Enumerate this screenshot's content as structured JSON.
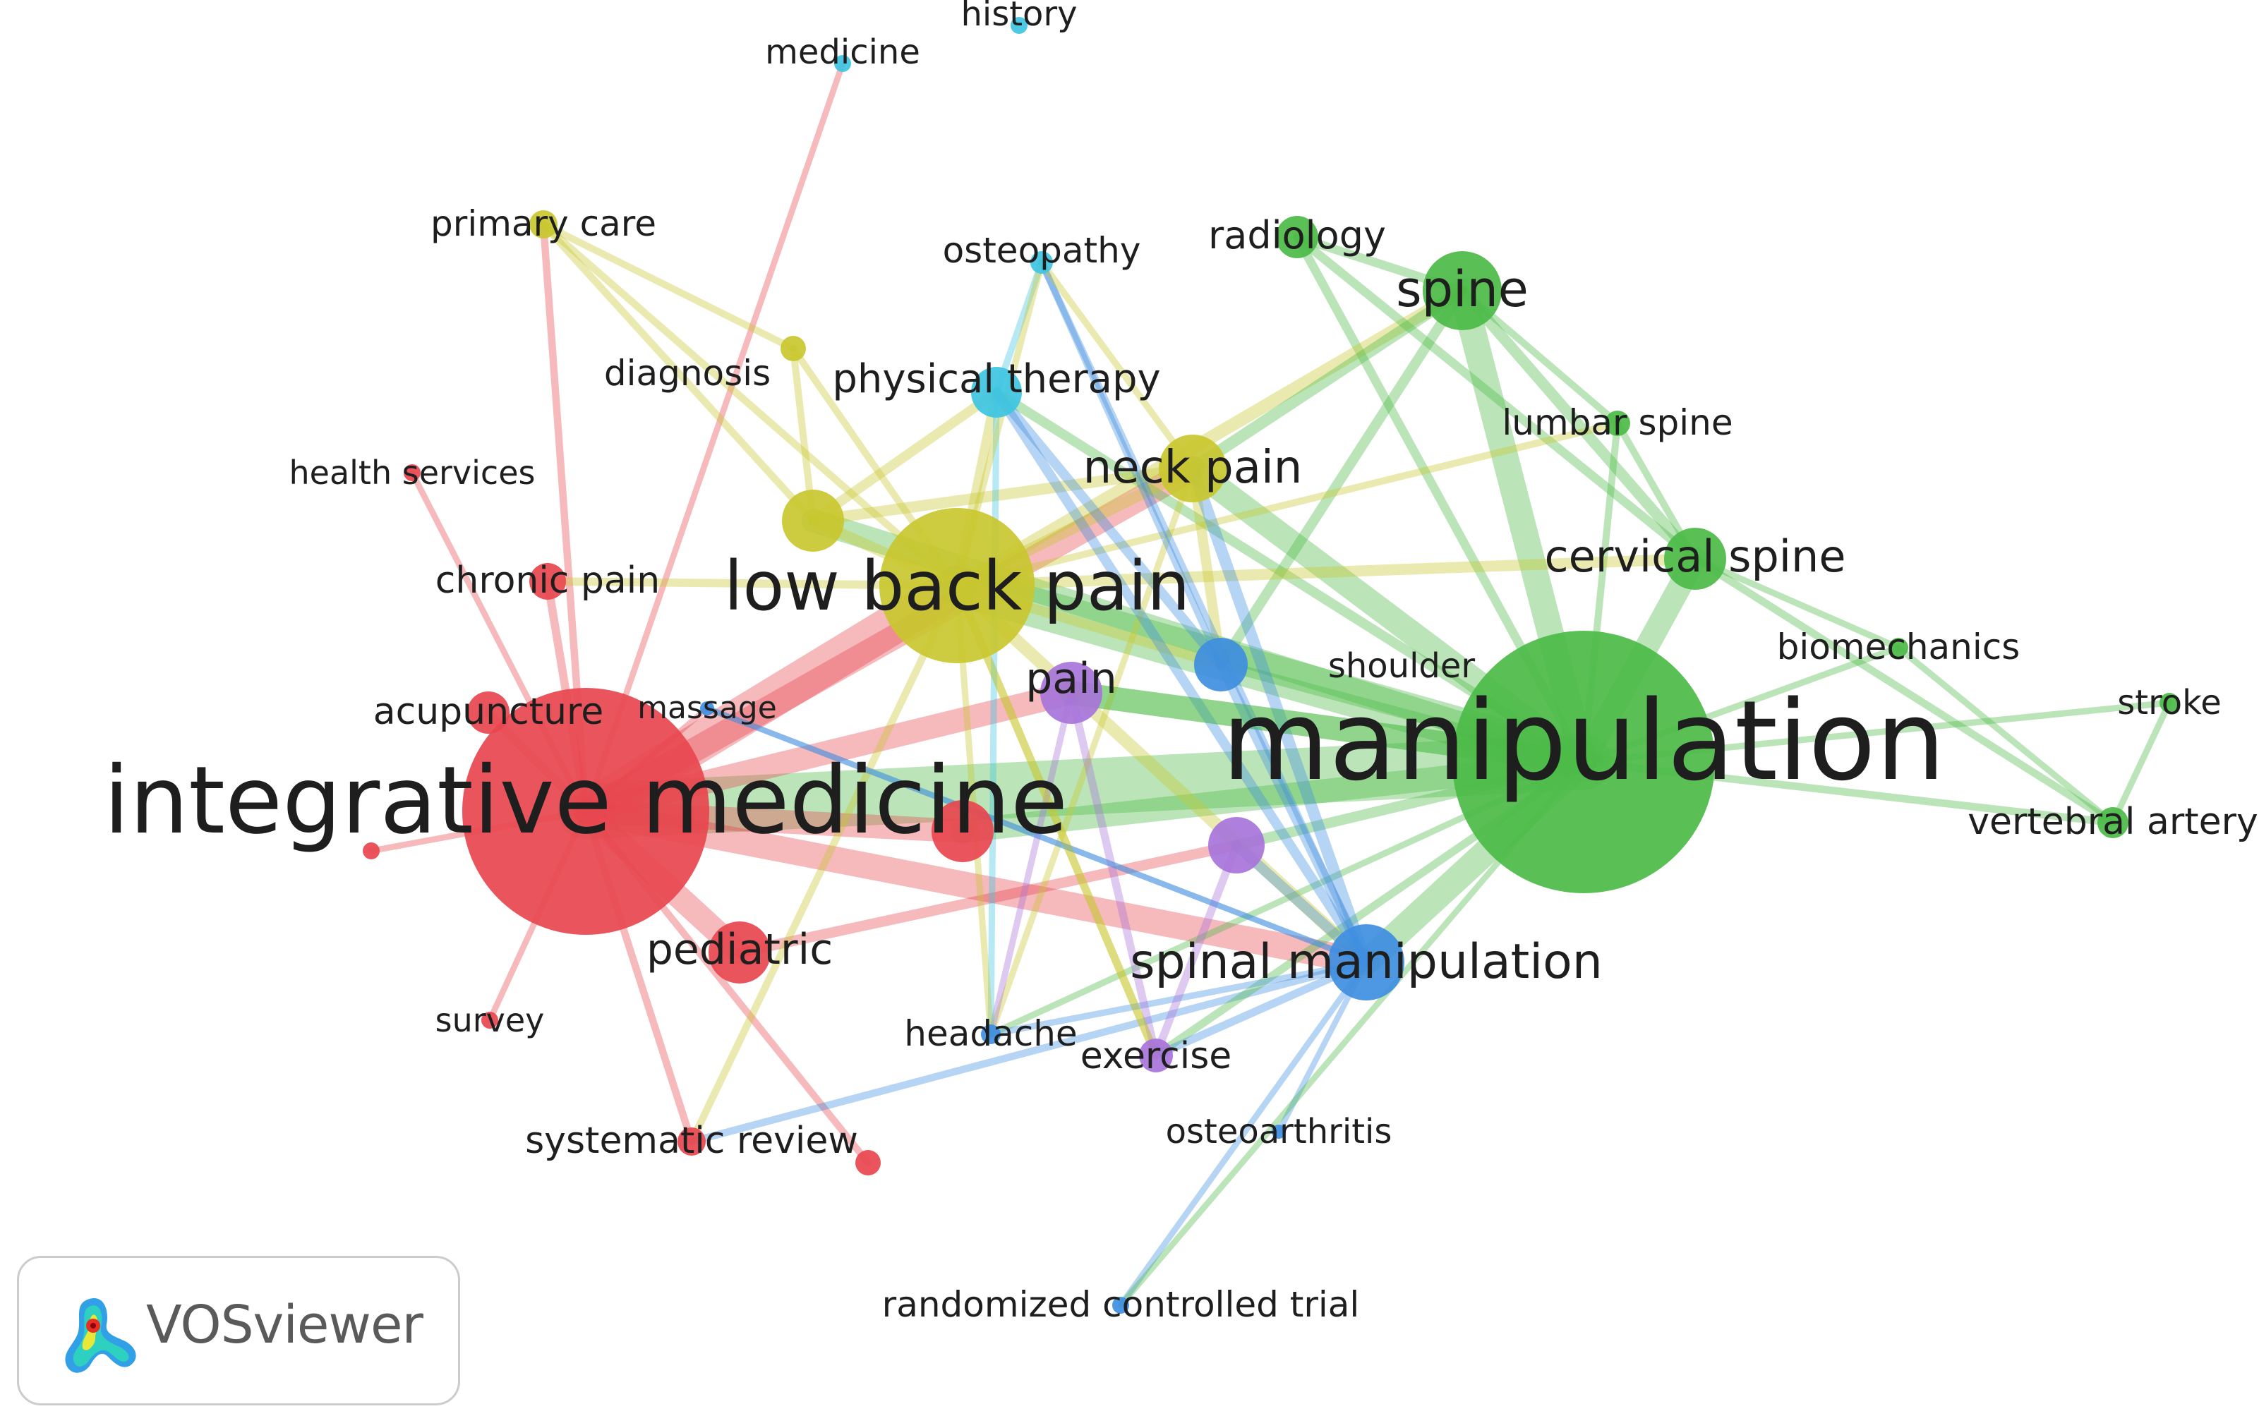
{
  "nodes": [
    {
      "id": "integrative-medicine",
      "label": "integrative medicine",
      "cluster": "red"
    },
    {
      "id": "acupuncture",
      "label": "acupuncture",
      "cluster": "red"
    },
    {
      "id": "chronic-pain",
      "label": "chronic pain",
      "cluster": "red"
    },
    {
      "id": "health-services",
      "label": "health services",
      "cluster": "red"
    },
    {
      "id": "pediatric",
      "label": "pediatric",
      "cluster": "red"
    },
    {
      "id": "survey",
      "label": "survey",
      "cluster": "red"
    },
    {
      "id": "systematic-review",
      "label": "systematic review",
      "cluster": "red"
    },
    {
      "id": "red-unlabeled-1",
      "label": "",
      "cluster": "red"
    },
    {
      "id": "red-unlabeled-2",
      "label": "",
      "cluster": "red"
    },
    {
      "id": "red-unlabeled-3",
      "label": "",
      "cluster": "red"
    },
    {
      "id": "manipulation",
      "label": "manipulation",
      "cluster": "green"
    },
    {
      "id": "spine",
      "label": "spine",
      "cluster": "green"
    },
    {
      "id": "radiology",
      "label": "radiology",
      "cluster": "green"
    },
    {
      "id": "lumbar-spine",
      "label": "lumbar spine",
      "cluster": "green"
    },
    {
      "id": "cervical-spine",
      "label": "cervical spine",
      "cluster": "green"
    },
    {
      "id": "biomechanics",
      "label": "biomechanics",
      "cluster": "green"
    },
    {
      "id": "stroke",
      "label": "stroke",
      "cluster": "green"
    },
    {
      "id": "vertebral-artery",
      "label": "vertebral artery",
      "cluster": "green"
    },
    {
      "id": "low-back-pain",
      "label": "low back pain",
      "cluster": "yellow"
    },
    {
      "id": "neck-pain",
      "label": "neck pain",
      "cluster": "yellow"
    },
    {
      "id": "primary-care",
      "label": "primary care",
      "cluster": "yellow"
    },
    {
      "id": "diagnosis",
      "label": "diagnosis",
      "cluster": "yellow"
    },
    {
      "id": "yellow-unlabeled-1",
      "label": "",
      "cluster": "yellow"
    },
    {
      "id": "spinal-manipulation",
      "label": "spinal manipulation",
      "cluster": "blue"
    },
    {
      "id": "massage",
      "label": "massage",
      "cluster": "blue"
    },
    {
      "id": "headache",
      "label": "headache",
      "cluster": "blue"
    },
    {
      "id": "osteoarthritis",
      "label": "osteoarthritis",
      "cluster": "blue"
    },
    {
      "id": "randomized-controlled-trial",
      "label": "randomized controlled trial",
      "cluster": "blue"
    },
    {
      "id": "shoulder",
      "label": "shoulder",
      "cluster": "blue"
    },
    {
      "id": "pain",
      "label": "pain",
      "cluster": "purple"
    },
    {
      "id": "exercise",
      "label": "exercise",
      "cluster": "purple"
    },
    {
      "id": "purple-unlabeled-1",
      "label": "",
      "cluster": "purple"
    },
    {
      "id": "physical-therapy",
      "label": "physical therapy",
      "cluster": "cyan"
    },
    {
      "id": "osteopathy",
      "label": "osteopathy",
      "cluster": "cyan"
    },
    {
      "id": "medicine",
      "label": "medicine",
      "cluster": "cyan"
    },
    {
      "id": "history",
      "label": "history",
      "cluster": "cyan"
    }
  ],
  "links": [
    [
      "integrative-medicine",
      "manipulation"
    ],
    [
      "integrative-medicine",
      "low-back-pain"
    ],
    [
      "integrative-medicine",
      "acupuncture"
    ],
    [
      "integrative-medicine",
      "chronic-pain"
    ],
    [
      "integrative-medicine",
      "health-services"
    ],
    [
      "integrative-medicine",
      "pediatric"
    ],
    [
      "integrative-medicine",
      "survey"
    ],
    [
      "integrative-medicine",
      "systematic-review"
    ],
    [
      "integrative-medicine",
      "red-unlabeled-1"
    ],
    [
      "integrative-medicine",
      "red-unlabeled-2"
    ],
    [
      "integrative-medicine",
      "red-unlabeled-3"
    ],
    [
      "integrative-medicine",
      "spinal-manipulation"
    ],
    [
      "integrative-medicine",
      "neck-pain"
    ],
    [
      "integrative-medicine",
      "pain"
    ],
    [
      "integrative-medicine",
      "medicine"
    ],
    [
      "integrative-medicine",
      "massage"
    ],
    [
      "integrative-medicine",
      "primary-care"
    ],
    [
      "chronic-pain",
      "low-back-pain"
    ],
    [
      "pediatric",
      "purple-unlabeled-1"
    ],
    [
      "systematic-review",
      "low-back-pain"
    ],
    [
      "systematic-review",
      "spinal-manipulation"
    ],
    [
      "manipulation",
      "spine"
    ],
    [
      "manipulation",
      "cervical-spine"
    ],
    [
      "manipulation",
      "low-back-pain"
    ],
    [
      "manipulation",
      "neck-pain"
    ],
    [
      "manipulation",
      "radiology"
    ],
    [
      "manipulation",
      "lumbar-spine"
    ],
    [
      "manipulation",
      "biomechanics"
    ],
    [
      "manipulation",
      "vertebral-artery"
    ],
    [
      "manipulation",
      "stroke"
    ],
    [
      "manipulation",
      "spinal-manipulation"
    ],
    [
      "manipulation",
      "headache"
    ],
    [
      "manipulation",
      "pain"
    ],
    [
      "manipulation",
      "purple-unlabeled-1"
    ],
    [
      "manipulation",
      "red-unlabeled-1"
    ],
    [
      "manipulation",
      "shoulder"
    ],
    [
      "manipulation",
      "physical-therapy"
    ],
    [
      "manipulation",
      "exercise"
    ],
    [
      "manipulation",
      "yellow-unlabeled-1"
    ],
    [
      "spine",
      "radiology"
    ],
    [
      "spine",
      "cervical-spine"
    ],
    [
      "spine",
      "lumbar-spine"
    ],
    [
      "spine",
      "low-back-pain"
    ],
    [
      "spine",
      "neck-pain"
    ],
    [
      "spine",
      "shoulder"
    ],
    [
      "radiology",
      "cervical-spine"
    ],
    [
      "cervical-spine",
      "low-back-pain"
    ],
    [
      "cervical-spine",
      "biomechanics"
    ],
    [
      "cervical-spine",
      "vertebral-artery"
    ],
    [
      "cervical-spine",
      "lumbar-spine"
    ],
    [
      "lumbar-spine",
      "low-back-pain"
    ],
    [
      "biomechanics",
      "vertebral-artery"
    ],
    [
      "stroke",
      "vertebral-artery"
    ],
    [
      "low-back-pain",
      "neck-pain"
    ],
    [
      "low-back-pain",
      "yellow-unlabeled-1"
    ],
    [
      "low-back-pain",
      "primary-care"
    ],
    [
      "low-back-pain",
      "diagnosis"
    ],
    [
      "low-back-pain",
      "physical-therapy"
    ],
    [
      "low-back-pain",
      "spinal-manipulation"
    ],
    [
      "low-back-pain",
      "exercise"
    ],
    [
      "low-back-pain",
      "shoulder"
    ],
    [
      "neck-pain",
      "shoulder"
    ],
    [
      "neck-pain",
      "spinal-manipulation"
    ],
    [
      "neck-pain",
      "yellow-unlabeled-1"
    ],
    [
      "neck-pain",
      "headache"
    ],
    [
      "primary-care",
      "yellow-unlabeled-1"
    ],
    [
      "primary-care",
      "diagnosis"
    ],
    [
      "diagnosis",
      "yellow-unlabeled-1"
    ],
    [
      "spinal-manipulation",
      "headache"
    ],
    [
      "spinal-manipulation",
      "osteoarthritis"
    ],
    [
      "spinal-manipulation",
      "randomized-controlled-trial"
    ],
    [
      "spinal-manipulation",
      "shoulder"
    ],
    [
      "spinal-manipulation",
      "exercise"
    ],
    [
      "spinal-manipulation",
      "osteopathy"
    ],
    [
      "spinal-manipulation",
      "physical-therapy"
    ],
    [
      "spinal-manipulation",
      "massage"
    ],
    [
      "randomized-controlled-trial",
      "manipulation"
    ],
    [
      "shoulder",
      "physical-therapy"
    ],
    [
      "shoulder",
      "osteopathy"
    ],
    [
      "pain",
      "manipulation"
    ],
    [
      "pain",
      "exercise"
    ],
    [
      "pain",
      "headache"
    ],
    [
      "purple-unlabeled-1",
      "exercise"
    ],
    [
      "purple-unlabeled-1",
      "spinal-manipulation"
    ],
    [
      "physical-therapy",
      "osteopathy"
    ],
    [
      "physical-therapy",
      "yellow-unlabeled-1"
    ],
    [
      "physical-therapy",
      "headache"
    ],
    [
      "osteopathy",
      "low-back-pain"
    ],
    [
      "osteopathy",
      "neck-pain"
    ],
    [
      "massage",
      "spinal-manipulation"
    ],
    [
      "headache",
      "low-back-pain"
    ],
    [
      "exercise",
      "low-back-pain"
    ]
  ],
  "colors": {
    "red": "#e8474f",
    "green": "#4cbb48",
    "yellow": "#c9c72f",
    "blue": "#3f8ee0",
    "purple": "#a774d9",
    "cyan": "#3ec4e2"
  },
  "logo": {
    "text": "VOSviewer"
  }
}
